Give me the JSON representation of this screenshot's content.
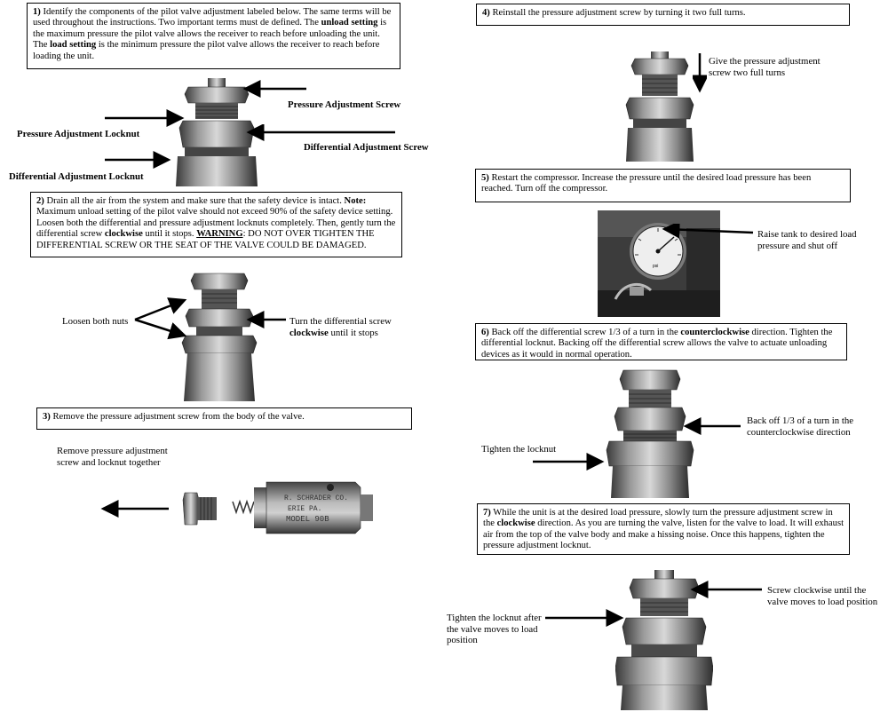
{
  "step1": {
    "num": "1)",
    "t1": " Identify the components of the pilot valve adjustment labeled below.  The same terms will be used throughout the instructions.  Two important terms must de defined.  The ",
    "b1": "unload setting",
    "t2": " is the maximum pressure the pilot valve allows the receiver to reach before unloading the unit.  The ",
    "b2": "load setting",
    "t3": " is the minimum pressure the pilot valve allows the receiver to reach before loading the unit."
  },
  "labels1": {
    "pressure_screw": "Pressure Adjustment Screw",
    "pressure_locknut": "Pressure Adjustment Locknut",
    "differential_screw": "Differential Adjustment Screw",
    "differential_locknut": "Differential Adjustment Locknut"
  },
  "step2": {
    "num": "2)",
    "t1": " Drain all the air from the system and make sure that the safety device is intact.  ",
    "b1": "Note:",
    "t2": " Maximum unload setting of the pilot valve should not exceed 90% of the safety device setting.  Loosen both the differential and pressure adjustment locknuts completely.  Then, gently turn the differential screw ",
    "b2": "clockwise",
    "t3": " until it stops.  ",
    "b3": "WARNING",
    "t4": ":  DO NOT OVER TIGHTEN THE DIFFERENTIAL SCREW OR THE SEAT OF THE VALVE COULD BE DAMAGED."
  },
  "labels2": {
    "loosen": "Loosen both nuts",
    "turn_a": "Turn the differential screw",
    "turn_b": "clockwise",
    "turn_c": " until it stops"
  },
  "step3": {
    "num": "3)",
    "text": " Remove the pressure adjustment screw from the body of the valve."
  },
  "labels3": {
    "remove": "Remove pressure adjustment screw and locknut together",
    "body_line1": "R. SCHRADER CO.",
    "body_line2": "ERIE PA.",
    "body_line3": "MODEL 90B"
  },
  "step4": {
    "num": "4)",
    "text": " Reinstall the pressure adjustment screw by turning it two full turns."
  },
  "labels4": {
    "give": "Give the pressure adjustment screw two full turns"
  },
  "step5": {
    "num": "5)",
    "text": " Restart the compressor.  Increase the pressure until the desired load pressure has been reached.  Turn off the compressor."
  },
  "labels5": {
    "raise": "Raise tank to desired load pressure and shut off",
    "gauge_unit": "psi"
  },
  "step6": {
    "num": "6)",
    "t1": " Back off the differential screw 1/3 of a turn in the ",
    "b1": "counterclockwise",
    "t2": " direction.  Tighten the differential locknut.  Backing off the differential screw allows the valve to actuate unloading devices as it would in normal operation."
  },
  "labels6": {
    "backoff": "Back off 1/3 of a turn in the counterclockwise direction",
    "tighten": "Tighten the locknut"
  },
  "step7": {
    "num": "7)",
    "t1": " While the unit is at the desired load pressure, slowly turn the pressure adjustment screw in the ",
    "b1": "clockwise",
    "t2": " direction.  As you are turning the valve, listen for the valve to load.  It will exhaust air from the top of the valve body and make a hissing noise.  Once this happens, tighten the pressure adjustment locknut."
  },
  "labels7": {
    "screw": "Screw clockwise until the valve moves to load position",
    "tighten_after": "Tighten the locknut after the valve moves to load position"
  }
}
